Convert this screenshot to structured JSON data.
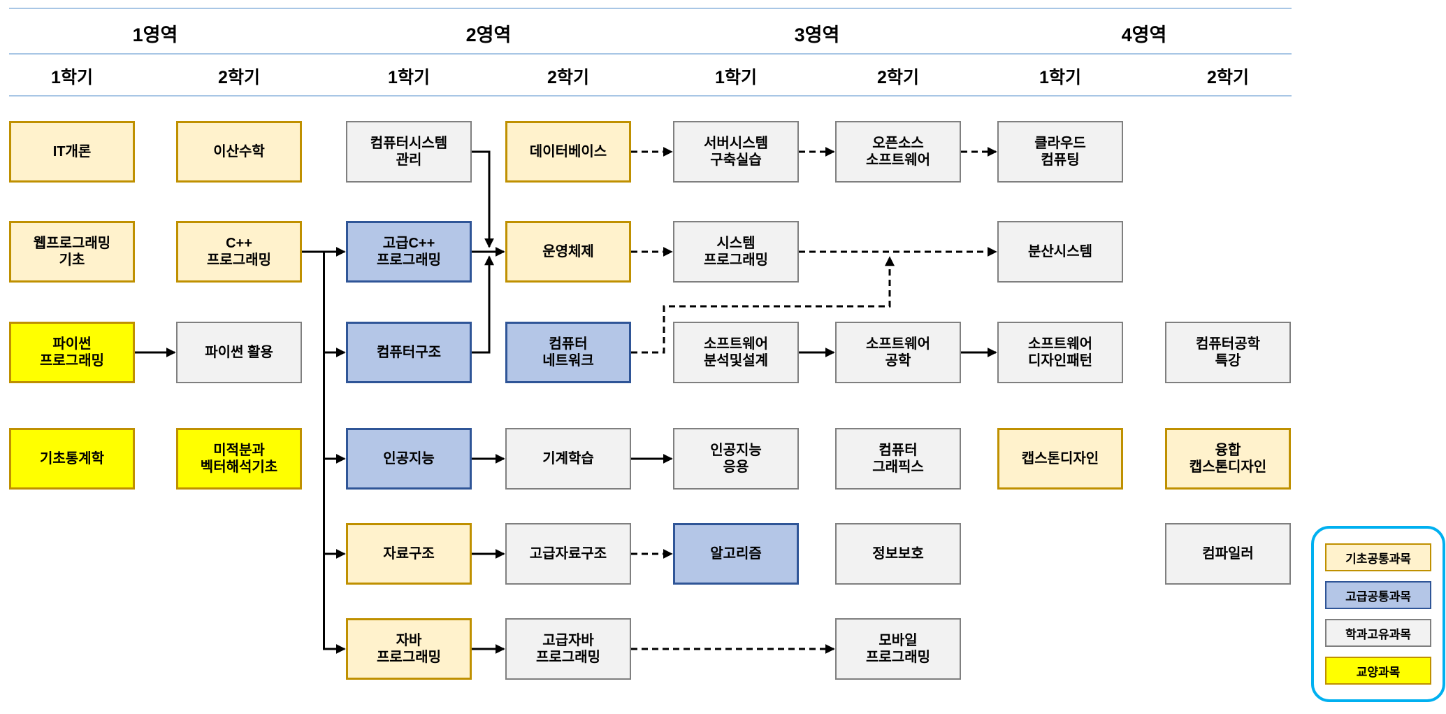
{
  "header": {
    "areas": [
      "1영역",
      "2영역",
      "3영역",
      "4영역"
    ],
    "semesters": [
      "1학기",
      "2학기",
      "1학기",
      "2학기",
      "1학기",
      "2학기",
      "1학기",
      "2학기"
    ]
  },
  "courses": [
    {
      "id": "it-intro",
      "label": "IT개론",
      "type": "basic",
      "col": 1,
      "row": 1
    },
    {
      "id": "discrete-math",
      "label": "이산수학",
      "type": "basic",
      "col": 2,
      "row": 1
    },
    {
      "id": "sys-mgmt",
      "label": "컴퓨터시스템\n관리",
      "type": "dept",
      "col": 3,
      "row": 1
    },
    {
      "id": "database",
      "label": "데이터베이스",
      "type": "basic",
      "col": 4,
      "row": 1
    },
    {
      "id": "server-build",
      "label": "서버시스템\n구축실습",
      "type": "dept",
      "col": 5,
      "row": 1
    },
    {
      "id": "open-source",
      "label": "오픈소스\n소프트웨어",
      "type": "dept",
      "col": 6,
      "row": 1
    },
    {
      "id": "cloud",
      "label": "클라우드\n컴퓨팅",
      "type": "dept",
      "col": 7,
      "row": 1
    },
    {
      "id": "web-basic",
      "label": "웹프로그래밍\n기초",
      "type": "basic",
      "col": 1,
      "row": 2
    },
    {
      "id": "cpp",
      "label": "C++\n프로그래밍",
      "type": "basic",
      "col": 2,
      "row": 2
    },
    {
      "id": "adv-cpp",
      "label": "고급C++\n프로그래밍",
      "type": "advanced",
      "col": 3,
      "row": 2
    },
    {
      "id": "os",
      "label": "운영체제",
      "type": "basic",
      "col": 4,
      "row": 2
    },
    {
      "id": "sys-prog",
      "label": "시스템\n프로그래밍",
      "type": "dept",
      "col": 5,
      "row": 2
    },
    {
      "id": "dist-sys",
      "label": "분산시스템",
      "type": "dept",
      "col": 7,
      "row": 2
    },
    {
      "id": "python",
      "label": "파이썬\n프로그래밍",
      "type": "liberal",
      "col": 1,
      "row": 3
    },
    {
      "id": "python-app",
      "label": "파이썬 활용",
      "type": "dept",
      "col": 2,
      "row": 3
    },
    {
      "id": "comp-arch",
      "label": "컴퓨터구조",
      "type": "advanced",
      "col": 3,
      "row": 3
    },
    {
      "id": "network",
      "label": "컴퓨터\n네트워크",
      "type": "advanced",
      "col": 4,
      "row": 3
    },
    {
      "id": "sw-design",
      "label": "소프트웨어\n분석및설계",
      "type": "dept",
      "col": 5,
      "row": 3
    },
    {
      "id": "sw-eng",
      "label": "소프트웨어\n공학",
      "type": "dept",
      "col": 6,
      "row": 3
    },
    {
      "id": "sw-pattern",
      "label": "소프트웨어\n디자인패턴",
      "type": "dept",
      "col": 7,
      "row": 3
    },
    {
      "id": "cse-special",
      "label": "컴퓨터공학\n특강",
      "type": "dept",
      "col": 8,
      "row": 3
    },
    {
      "id": "stats",
      "label": "기초통계학",
      "type": "liberal",
      "col": 1,
      "row": 4
    },
    {
      "id": "calculus",
      "label": "미적분과\n벡터해석기초",
      "type": "liberal",
      "col": 2,
      "row": 4
    },
    {
      "id": "ai",
      "label": "인공지능",
      "type": "advanced",
      "col": 3,
      "row": 4
    },
    {
      "id": "ml",
      "label": "기계학습",
      "type": "dept",
      "col": 4,
      "row": 4
    },
    {
      "id": "ai-app",
      "label": "인공지능\n응용",
      "type": "dept",
      "col": 5,
      "row": 4
    },
    {
      "id": "graphics",
      "label": "컴퓨터\n그래픽스",
      "type": "dept",
      "col": 6,
      "row": 4
    },
    {
      "id": "capstone",
      "label": "캡스톤디자인",
      "type": "basic",
      "col": 7,
      "row": 4
    },
    {
      "id": "fusion-capstone",
      "label": "융합\n캡스톤디자인",
      "type": "basic",
      "col": 8,
      "row": 4
    },
    {
      "id": "data-struct",
      "label": "자료구조",
      "type": "basic",
      "col": 3,
      "row": 5
    },
    {
      "id": "adv-data-struct",
      "label": "고급자료구조",
      "type": "dept",
      "col": 4,
      "row": 5
    },
    {
      "id": "algorithm",
      "label": "알고리즘",
      "type": "advanced",
      "col": 5,
      "row": 5
    },
    {
      "id": "info-sec",
      "label": "정보보호",
      "type": "dept",
      "col": 6,
      "row": 5
    },
    {
      "id": "compiler",
      "label": "컴파일러",
      "type": "dept",
      "col": 8,
      "row": 5
    },
    {
      "id": "java",
      "label": "자바\n프로그래밍",
      "type": "basic",
      "col": 3,
      "row": 6
    },
    {
      "id": "adv-java",
      "label": "고급자바\n프로그래밍",
      "type": "dept",
      "col": 4,
      "row": 6
    },
    {
      "id": "mobile",
      "label": "모바일\n프로그래밍",
      "type": "dept",
      "col": 6,
      "row": 6
    }
  ],
  "edges": [
    {
      "from": "python",
      "to": "python-app",
      "style": "solid"
    },
    {
      "from": "cpp",
      "to": "adv-cpp",
      "style": "solid"
    },
    {
      "from": "cpp",
      "to": "comp-arch",
      "style": "solid",
      "route": "elbow"
    },
    {
      "from": "cpp",
      "to": "ai",
      "style": "solid",
      "route": "elbow"
    },
    {
      "from": "cpp",
      "to": "data-struct",
      "style": "solid",
      "route": "elbow"
    },
    {
      "from": "cpp",
      "to": "java",
      "style": "solid",
      "route": "elbow"
    },
    {
      "from": "adv-cpp",
      "to": "os",
      "style": "solid"
    },
    {
      "from": "sys-mgmt",
      "to": "os",
      "style": "solid",
      "route": "merge"
    },
    {
      "from": "comp-arch",
      "to": "os",
      "style": "solid",
      "route": "merge"
    },
    {
      "from": "database",
      "to": "server-build",
      "style": "dashed"
    },
    {
      "from": "server-build",
      "to": "open-source",
      "style": "dashed"
    },
    {
      "from": "open-source",
      "to": "cloud",
      "style": "dashed"
    },
    {
      "from": "os",
      "to": "sys-prog",
      "style": "dashed"
    },
    {
      "from": "sys-prog",
      "to": "dist-sys",
      "style": "dashed"
    },
    {
      "from": "network",
      "to": "dist-sys",
      "style": "dashed",
      "route": "net"
    },
    {
      "from": "sw-design",
      "to": "sw-eng",
      "style": "solid"
    },
    {
      "from": "sw-eng",
      "to": "sw-pattern",
      "style": "solid"
    },
    {
      "from": "ai",
      "to": "ml",
      "style": "solid"
    },
    {
      "from": "ml",
      "to": "ai-app",
      "style": "solid"
    },
    {
      "from": "data-struct",
      "to": "adv-data-struct",
      "style": "solid"
    },
    {
      "from": "adv-data-struct",
      "to": "algorithm",
      "style": "dashed"
    },
    {
      "from": "java",
      "to": "adv-java",
      "style": "solid"
    },
    {
      "from": "adv-java",
      "to": "mobile",
      "style": "dashed"
    }
  ],
  "legend": {
    "items": [
      {
        "label": "기초공통과목",
        "type": "basic"
      },
      {
        "label": "고급공통과목",
        "type": "advanced"
      },
      {
        "label": "학과고유과목",
        "type": "dept"
      },
      {
        "label": "교양과목",
        "type": "liberal"
      }
    ]
  },
  "colors": {
    "basic_bg": "#FFF2CC",
    "basic_border": "#BF9000",
    "advanced_bg": "#B4C6E7",
    "advanced_border": "#2F5597",
    "dept_bg": "#F2F2F2",
    "dept_border": "#7F7F7F",
    "liberal_bg": "#FFFF00",
    "liberal_border": "#BF9000",
    "legend_border": "#00B0F0",
    "rule": "#A8C6E5",
    "edge": "#000000"
  }
}
